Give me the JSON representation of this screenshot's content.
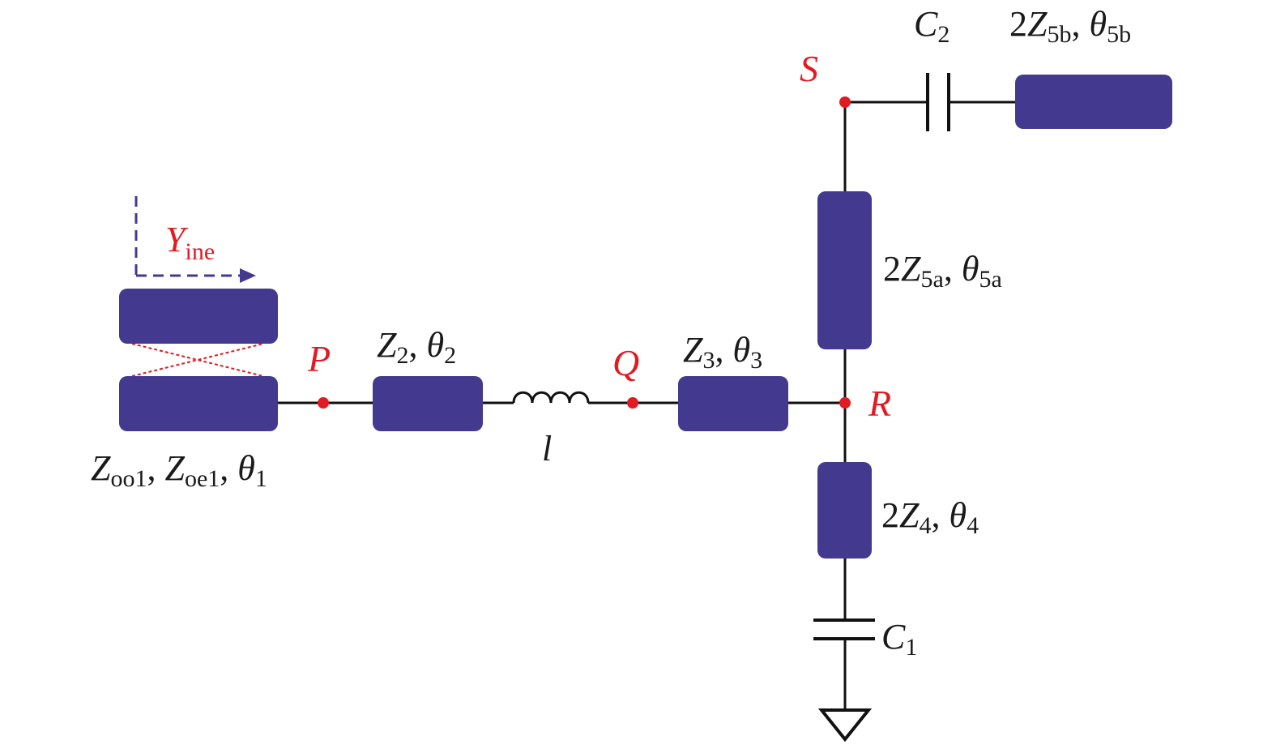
{
  "colors": {
    "line_block": "#433a8f",
    "node": "#e01b24",
    "wire": "#111111",
    "arrow": "#433a8f",
    "text": "#1a1a1a"
  },
  "nodes": {
    "P": "P",
    "Q": "Q",
    "R": "R",
    "S": "S"
  },
  "labels": {
    "yine": {
      "main": "Y",
      "sub": "ine"
    },
    "coupled": {
      "z1": "Z",
      "z1_sub": "oo1",
      "sep1": ", ",
      "z2": "Z",
      "z2_sub": "oe1",
      "sep2": ", ",
      "t": "θ",
      "t_sub": "1"
    },
    "line2": {
      "z": "Z",
      "z_sub": "2",
      "sep": ", ",
      "t": "θ",
      "t_sub": "2"
    },
    "inductor": "l",
    "line3": {
      "z": "Z",
      "z_sub": "3",
      "sep": ", ",
      "t": "θ",
      "t_sub": "3"
    },
    "line5a": {
      "pre": "2",
      "z": "Z",
      "z_sub": "5a",
      "sep": ", ",
      "t": "θ",
      "t_sub": "5a"
    },
    "line4": {
      "pre": "2",
      "z": "Z",
      "z_sub": "4",
      "sep": ", ",
      "t": "θ",
      "t_sub": "4"
    },
    "c1": {
      "main": "C",
      "sub": "1"
    },
    "c2": {
      "main": "C",
      "sub": "2"
    },
    "line5b": {
      "pre": "2",
      "z": "Z",
      "z_sub": "5b",
      "sep": ", ",
      "t": "θ",
      "t_sub": "5b"
    }
  }
}
